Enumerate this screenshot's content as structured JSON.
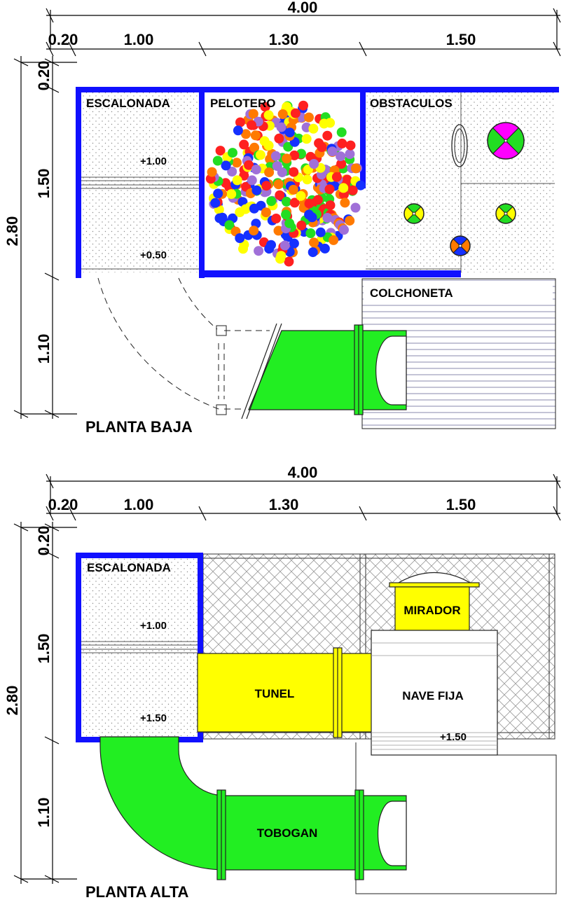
{
  "colors": {
    "wall": "#1010ff",
    "slide_green": "#22ee22",
    "yellow": "#ffff00",
    "ball_colors": [
      "#ff2020",
      "#ff7a00",
      "#22dd22",
      "#1530ff",
      "#ffff00",
      "#a070d8"
    ]
  },
  "planta_baja": {
    "title": "PLANTA BAJA",
    "dims": {
      "total": "4.00",
      "d1": "0.20",
      "d2": "1.00",
      "d3": "1.30",
      "d4": "1.50",
      "v_total": "2.80",
      "v1": "0.20",
      "v2": "1.50",
      "v3": "1.10"
    },
    "rooms": {
      "escalonada": "ESCALONADA",
      "pelotero": "PELOTERO",
      "obstaculos": "OBSTACULOS",
      "colchoneta": "COLCHONETA"
    },
    "levels": {
      "upper": "+1.00",
      "lower": "+0.50"
    }
  },
  "planta_alta": {
    "title": "PLANTA ALTA",
    "dims": {
      "total": "4.00",
      "d1": "0.20",
      "d2": "1.00",
      "d3": "1.30",
      "d4": "1.50",
      "v_total": "2.80",
      "v1": "0.20",
      "v2": "1.50",
      "v3": "1.10"
    },
    "rooms": {
      "escalonada": "ESCALONADA",
      "tunel": "TUNEL",
      "mirador": "MIRADOR",
      "nave_fija": "NAVE FIJA",
      "tobogan": "TOBOGAN"
    },
    "levels": {
      "upper": "+1.00",
      "lower": "+1.50",
      "nave": "+1.50"
    }
  }
}
